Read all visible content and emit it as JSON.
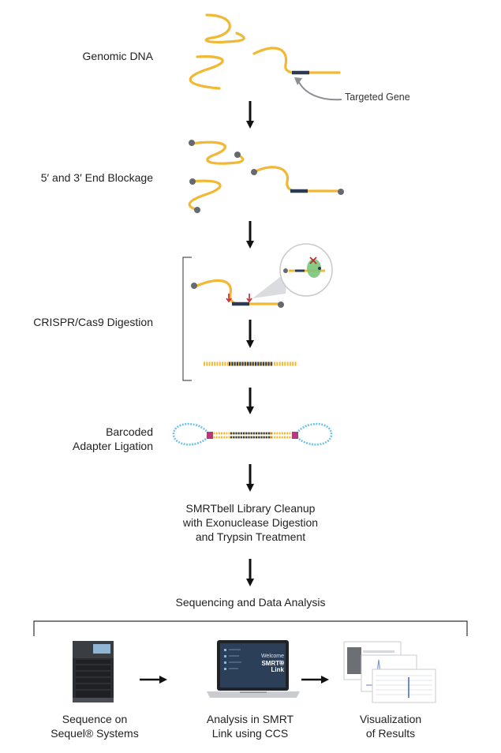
{
  "steps": {
    "genomic": "Genomic DNA",
    "targeted_gene": "Targeted Gene",
    "blockage": "5′ and 3′ End Blockage",
    "crispr": "CRISPR/Cas9 Digestion",
    "barcoded_line1": "Barcoded",
    "barcoded_line2": "Adapter Ligation",
    "cleanup_line1": "SMRTbell Library Cleanup",
    "cleanup_line2": "with Exonuclease Digestion",
    "cleanup_line3": "and Trypsin Treatment",
    "sequencing": "Sequencing and Data Analysis"
  },
  "bottom": {
    "sequel_line1": "Sequence on",
    "sequel_line2": "Sequel® Systems",
    "analysis_line1": "Analysis in SMRT",
    "analysis_line2": "Link using CCS",
    "viz_line1": "Visualization",
    "viz_line2": "of Results",
    "laptop_welcome": "Welcome to",
    "laptop_brand": "SMRT® Link"
  },
  "colors": {
    "dna": "#f2b833",
    "target": "#2b3a55",
    "cap": "#666a70",
    "adapter": "#6ec4e8",
    "barcode": "#b23a7a",
    "cut": "#c0282d",
    "cas9": "#7cc47a"
  }
}
